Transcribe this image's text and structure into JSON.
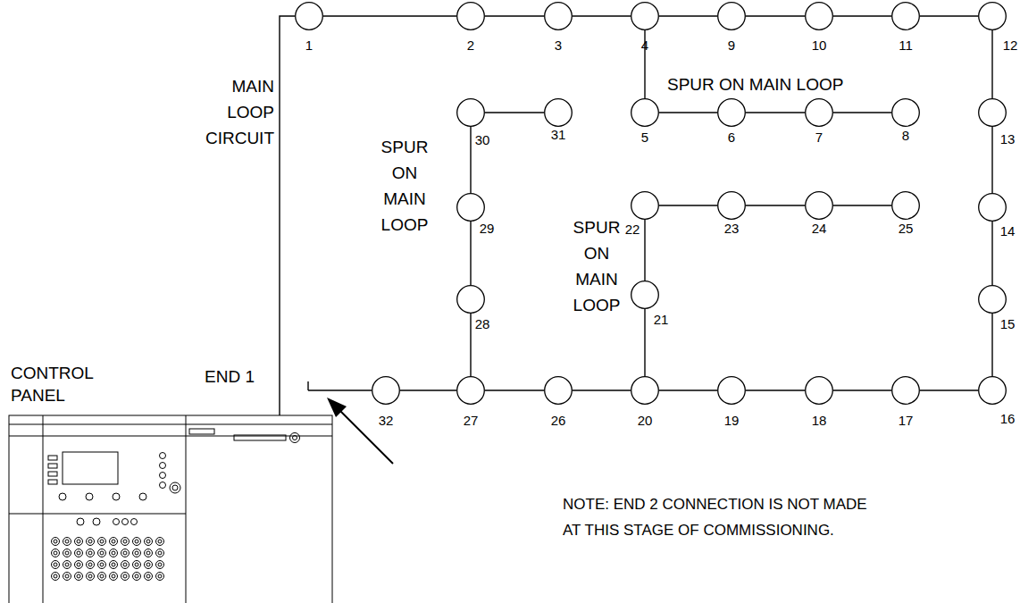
{
  "diagram": {
    "nodes": [
      {
        "text": [
          "CONTROL PANEL"
        ]
      },
      {
        "text": [
          "1"
        ]
      },
      {
        "text": [
          "2"
        ]
      },
      {
        "text": [
          "3"
        ]
      },
      {
        "text": [
          "4"
        ]
      },
      {
        "text": [
          "5"
        ]
      },
      {
        "text": [
          "6"
        ]
      },
      {
        "text": [
          "7"
        ]
      },
      {
        "text": [
          "8"
        ]
      },
      {
        "text": [
          "9"
        ]
      },
      {
        "text": [
          "10"
        ]
      },
      {
        "text": [
          "11"
        ]
      },
      {
        "text": [
          "12"
        ]
      },
      {
        "text": [
          "13"
        ]
      },
      {
        "text": [
          "14"
        ]
      },
      {
        "text": [
          "15"
        ]
      },
      {
        "text": [
          "16"
        ]
      },
      {
        "text": [
          "17"
        ]
      },
      {
        "text": [
          "18"
        ]
      },
      {
        "text": [
          "19"
        ]
      },
      {
        "text": [
          "20"
        ]
      },
      {
        "text": [
          "21"
        ]
      },
      {
        "text": [
          "22"
        ]
      },
      {
        "text": [
          "23"
        ]
      },
      {
        "text": [
          "24"
        ]
      },
      {
        "text": [
          "25"
        ]
      },
      {
        "text": [
          "26"
        ]
      },
      {
        "text": [
          "27"
        ]
      },
      {
        "text": [
          "28"
        ]
      },
      {
        "text": [
          "29"
        ]
      },
      {
        "text": [
          "30"
        ]
      },
      {
        "text": [
          "31"
        ]
      },
      {
        "text": [
          "32"
        ]
      }
    ],
    "edges": [
      {
        "from": 0,
        "to": 1,
        "arrow": "none"
      },
      {
        "from": 1,
        "to": 2,
        "arrow": "none"
      },
      {
        "from": 2,
        "to": 3,
        "arrow": "none"
      },
      {
        "from": 3,
        "to": 4,
        "arrow": "none"
      },
      {
        "from": 4,
        "to": 9,
        "arrow": "none"
      },
      {
        "from": 9,
        "to": 10,
        "arrow": "none"
      },
      {
        "from": 10,
        "to": 11,
        "arrow": "none"
      },
      {
        "from": 11,
        "to": 12,
        "arrow": "none"
      },
      {
        "from": 4,
        "to": 5,
        "arrow": "none"
      },
      {
        "from": 5,
        "to": 6,
        "arrow": "none"
      },
      {
        "from": 6,
        "to": 7,
        "arrow": "none"
      },
      {
        "from": 7,
        "to": 8,
        "arrow": "none"
      },
      {
        "from": 12,
        "to": 13,
        "arrow": "none"
      },
      {
        "from": 13,
        "to": 14,
        "arrow": "none"
      },
      {
        "from": 14,
        "to": 15,
        "arrow": "none"
      },
      {
        "from": 15,
        "to": 16,
        "arrow": "none"
      },
      {
        "from": 16,
        "to": 17,
        "arrow": "none"
      },
      {
        "from": 17,
        "to": 18,
        "arrow": "none"
      },
      {
        "from": 18,
        "to": 19,
        "arrow": "none"
      },
      {
        "from": 19,
        "to": 20,
        "arrow": "none"
      },
      {
        "from": 20,
        "to": 26,
        "arrow": "none"
      },
      {
        "from": 26,
        "to": 27,
        "arrow": "none"
      },
      {
        "from": 27,
        "to": 32,
        "arrow": "none"
      },
      {
        "from": 20,
        "to": 21,
        "arrow": "none"
      },
      {
        "from": 21,
        "to": 22,
        "arrow": "none"
      },
      {
        "from": 22,
        "to": 23,
        "arrow": "none"
      },
      {
        "from": 23,
        "to": 24,
        "arrow": "none"
      },
      {
        "from": 24,
        "to": 25,
        "arrow": "none"
      },
      {
        "from": 27,
        "to": 28,
        "arrow": "none"
      },
      {
        "from": 28,
        "to": 29,
        "arrow": "none"
      },
      {
        "from": 29,
        "to": 30,
        "arrow": "none"
      },
      {
        "from": 30,
        "to": 31,
        "arrow": "none"
      }
    ],
    "labels": [
      "MAIN LOOP CIRCUIT",
      "SPUR ON MAIN LOOP",
      "SPUR ON MAIN LOOP",
      "SPUR ON MAIN LOOP",
      "END 1",
      "NOTE: END 2 CONNECTION IS NOT MADE AT THIS STAGE OF COMMISSIONING."
    ]
  }
}
